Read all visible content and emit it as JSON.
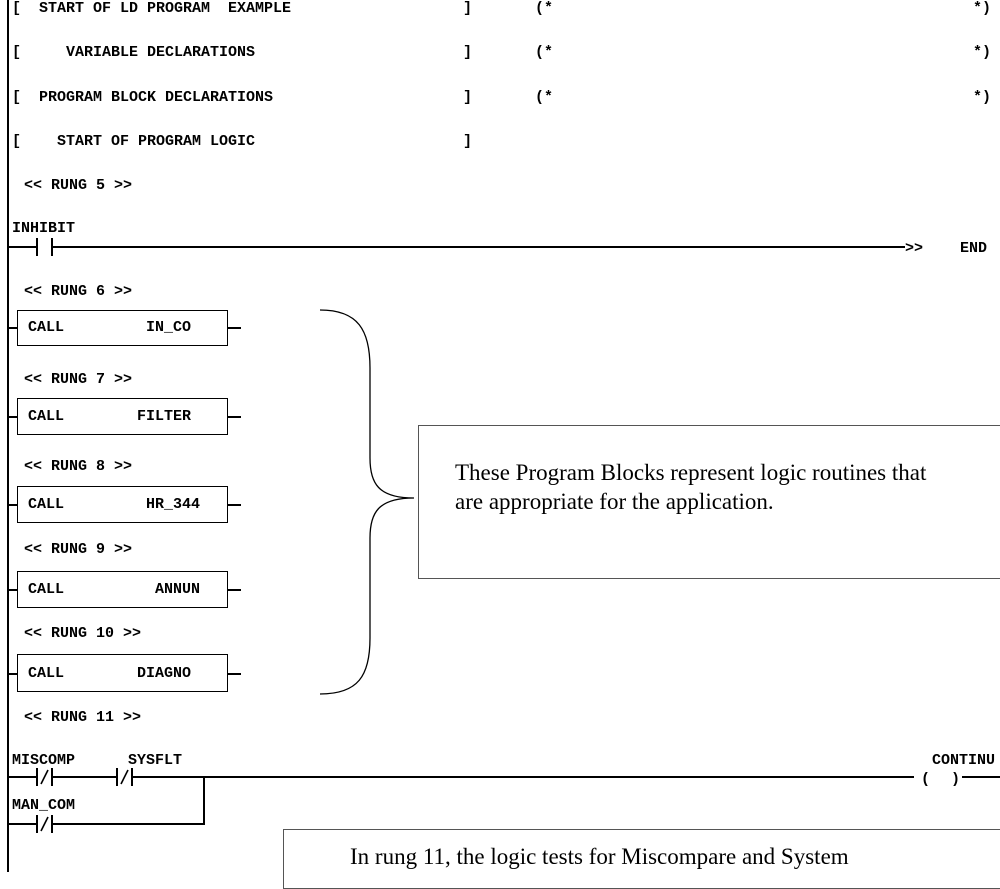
{
  "header_lines": [
    {
      "left": "[  START OF LD PROGRAM  EXAMPLE",
      "bracket": "]",
      "comment_open": "(*",
      "comment_close": "*)"
    },
    {
      "left": "[     VARIABLE DECLARATIONS",
      "bracket": "]",
      "comment_open": "(*",
      "comment_close": "*)"
    },
    {
      "left": "[  PROGRAM BLOCK DECLARATIONS",
      "bracket": "]",
      "comment_open": "(*",
      "comment_close": "*)"
    },
    {
      "left": "[    START OF PROGRAM LOGIC",
      "bracket": "]"
    }
  ],
  "rungs": {
    "r5": {
      "label": "<< RUNG 5 >>",
      "contact": "INHIBIT",
      "jump": ">>",
      "jump_target": "END"
    },
    "r6": {
      "label": "<< RUNG 6 >>",
      "call": "CALL",
      "block": "IN_CO"
    },
    "r7": {
      "label": "<< RUNG 7 >>",
      "call": "CALL",
      "block": "FILTER"
    },
    "r8": {
      "label": "<< RUNG 8 >>",
      "call": "CALL",
      "block": "HR_344"
    },
    "r9": {
      "label": "<< RUNG 9 >>",
      "call": "CALL",
      "block": "ANNUN"
    },
    "r10": {
      "label": "<< RUNG 10 >>",
      "call": "CALL",
      "block": "DIAGNO"
    },
    "r11": {
      "label": "<< RUNG 11 >>",
      "contact1": "MISCOMP",
      "contact2": "SYSFLT",
      "contact3": "MAN_COM",
      "coil": "CONTINU"
    }
  },
  "notes": {
    "program_blocks": "These Program Blocks represent logic routines that are appropriate for the application.",
    "rung11": "In rung 11, the logic tests for Miscompare and System"
  }
}
